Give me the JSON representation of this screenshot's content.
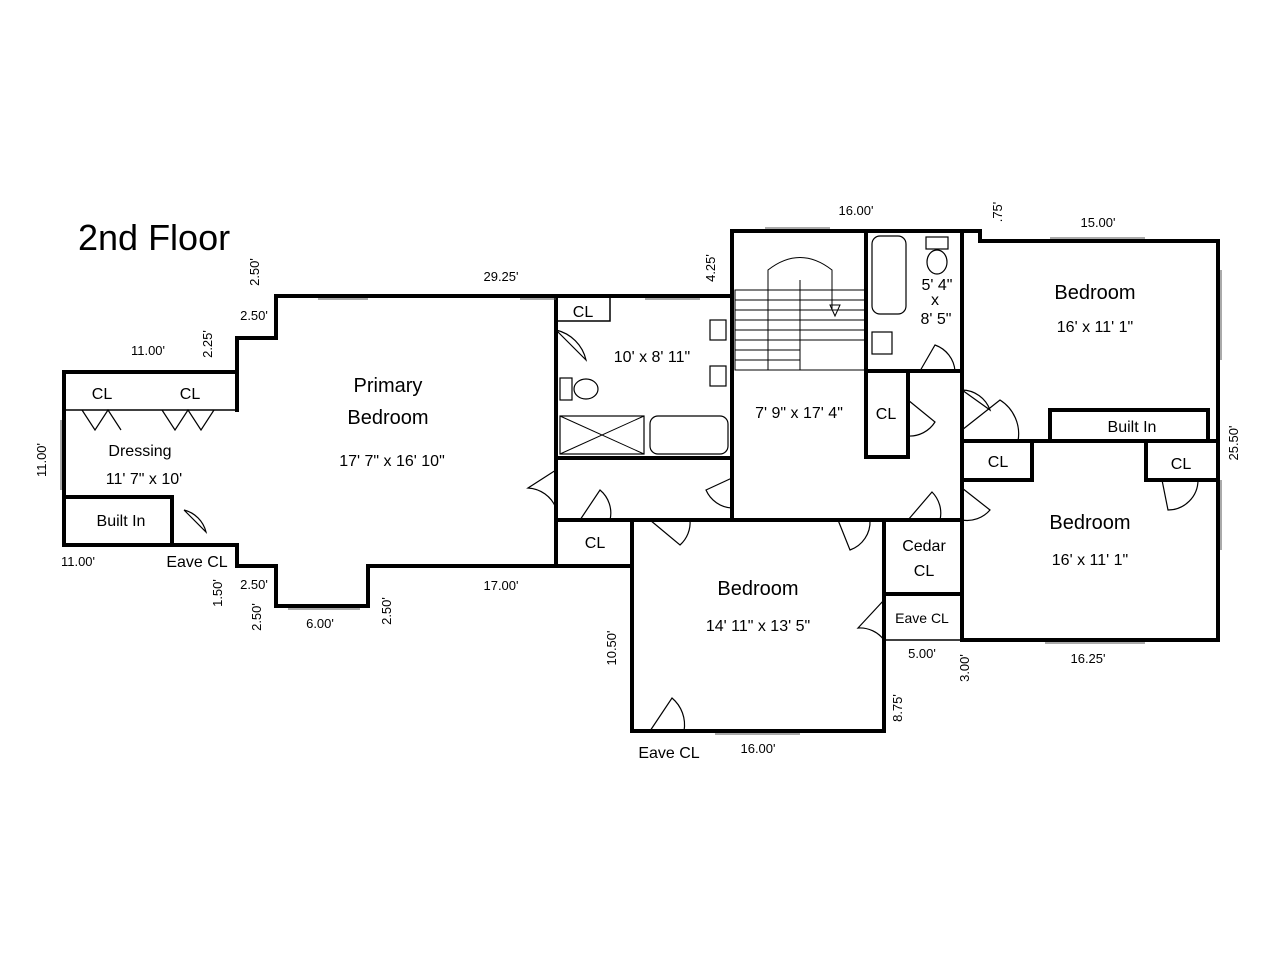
{
  "title": "2nd Floor",
  "rooms": {
    "primary": {
      "name_1": "Primary",
      "name_2": "Bedroom",
      "size": "17' 7\" x 16' 10\""
    },
    "dressing": {
      "name": "Dressing",
      "size": "11' 7\" x 10'"
    },
    "bath1": {
      "size": "10' x 8' 11\""
    },
    "hall": {
      "size": "7' 9\" x 17' 4\""
    },
    "bath2": {
      "size_1": "5' 4\"",
      "size_x": "x",
      "size_2": "8' 5\""
    },
    "bed_ne": {
      "name": "Bedroom",
      "size": "16' x 11' 1\""
    },
    "bed_se": {
      "name": "Bedroom",
      "size": "16' x 11' 1\""
    },
    "bed_s": {
      "name": "Bedroom",
      "size": "14' 11\" x 13' 5\""
    }
  },
  "labels": {
    "cl": "CL",
    "built_in": "Built In",
    "eave_cl": "Eave CL",
    "cedar_1": "Cedar",
    "cedar_2": "CL"
  },
  "dimensions": {
    "d_16_top": "16.00'",
    "d_075": ".75'",
    "d_15": "15.00'",
    "d_2925": "29.25'",
    "d_425": "4.25'",
    "d_250_a": "2.50'",
    "d_250_b": "2.50'",
    "d_225": "2.25'",
    "d_11_top": "11.00'",
    "d_11_left": "11.00'",
    "d_11_bottom": "11.00'",
    "d_250_c": "2.50'",
    "d_150": "1.50'",
    "d_250_d": "2.50'",
    "d_6": "6.00'",
    "d_250_e": "2.50'",
    "d_17": "17.00'",
    "d_1050": "10.50'",
    "d_16_bottom": "16.00'",
    "d_875": "8.75'",
    "d_5": "5.00'",
    "d_3": "3.00'",
    "d_1625": "16.25'",
    "d_2550": "25.50'"
  }
}
